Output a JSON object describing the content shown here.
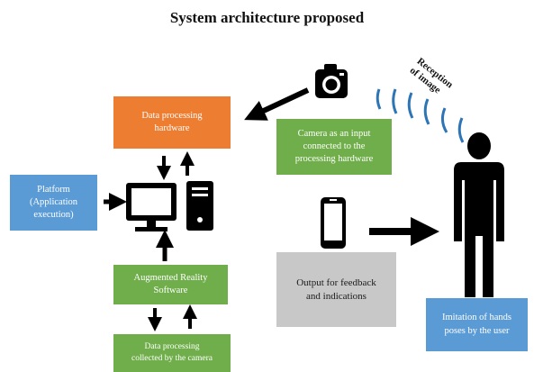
{
  "title": "System architecture  proposed",
  "nodes": {
    "data_processing_hardware": "Data processing\nhardware",
    "camera_input": "Camera as an input\nconnected to the\nprocessing hardware",
    "platform": "Platform\n(Application\nexecution)",
    "augmented_reality": "Augmented  Reality\nSoftware",
    "data_collected": "Data processing\ncollected by the camera",
    "output_feedback": "Output for feedback\nand indications",
    "imitation": "Imitation  of hands\nposes by the user"
  },
  "labels": {
    "reception": "Reception\nof image"
  },
  "icons": [
    "camera-icon",
    "computer-icon",
    "smartphone-icon",
    "person-icon",
    "signal-waves-icon"
  ],
  "colors": {
    "orange": "#ed7d31",
    "green": "#6fae4a",
    "blue": "#5b9bd5",
    "grey": "#c8c8c8",
    "icon": "#000000"
  }
}
